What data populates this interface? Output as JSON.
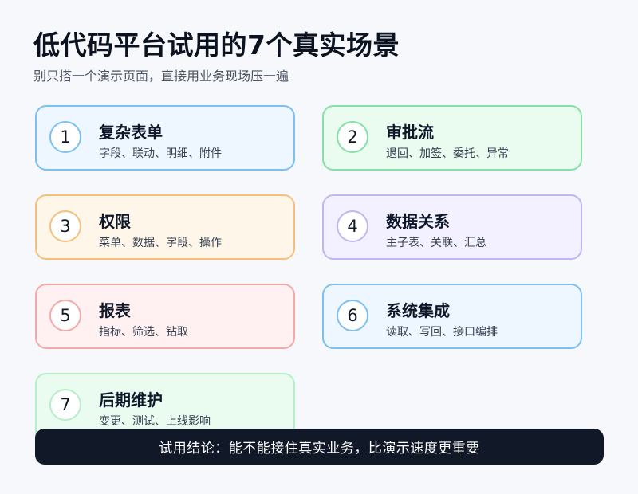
{
  "header": {
    "title": "低代码平台试用的7个真实场景",
    "subtitle": "别只搭一个演示页面，直接用业务现场压一遍"
  },
  "cards": [
    {
      "number": "1",
      "title": "复杂表单",
      "desc": "字段、联动、明细、附件",
      "accent": "#7cc0f0"
    },
    {
      "number": "2",
      "title": "审批流",
      "desc": "退回、加签、委托、异常",
      "accent": "#86e0a6"
    },
    {
      "number": "3",
      "title": "权限",
      "desc": "菜单、数据、字段、操作",
      "accent": "#f5c07e"
    },
    {
      "number": "4",
      "title": "数据关系",
      "desc": "主子表、关联、汇总",
      "accent": "#c1b6f0"
    },
    {
      "number": "5",
      "title": "报表",
      "desc": "指标、筛选、钻取",
      "accent": "#f4a9a9"
    },
    {
      "number": "6",
      "title": "系统集成",
      "desc": "读取、写回、接口编排",
      "accent": "#7cc0f0"
    },
    {
      "number": "7",
      "title": "后期维护",
      "desc": "变更、测试、上线影响",
      "accent": "#b7eec8"
    }
  ],
  "footer": {
    "conclusion": "试用结论：能不能接住真实业务，比演示速度更重要"
  }
}
